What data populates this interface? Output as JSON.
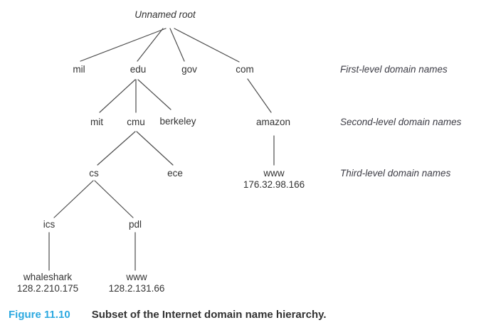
{
  "tree": {
    "root_label": "Unnamed root",
    "nodes": {
      "mil": {
        "label": "mil"
      },
      "edu": {
        "label": "edu"
      },
      "gov": {
        "label": "gov"
      },
      "com": {
        "label": "com"
      },
      "mit": {
        "label": "mit"
      },
      "cmu": {
        "label": "cmu"
      },
      "berkeley": {
        "label": "berkeley"
      },
      "amazon": {
        "label": "amazon"
      },
      "cs": {
        "label": "cs"
      },
      "ece": {
        "label": "ece"
      },
      "www_amazon": {
        "label": "www",
        "ip": "176.32.98.166"
      },
      "ics": {
        "label": "ics"
      },
      "pdl": {
        "label": "pdl"
      },
      "whaleshark": {
        "label": "whaleshark",
        "ip": "128.2.210.175"
      },
      "www_pdl": {
        "label": "www",
        "ip": "128.2.131.66"
      }
    },
    "level_labels": {
      "first": "First-level domain names",
      "second": "Second-level domain names",
      "third": "Third-level domain names"
    }
  },
  "caption": {
    "number": "Figure 11.10",
    "title": "Subset of the Internet domain name hierarchy."
  },
  "colors": {
    "line": "#4d4d4d",
    "node_text": "#333333",
    "level_label_text": "#3d3d46",
    "caption_number": "#2ca9e0",
    "caption_text": "#323232"
  }
}
